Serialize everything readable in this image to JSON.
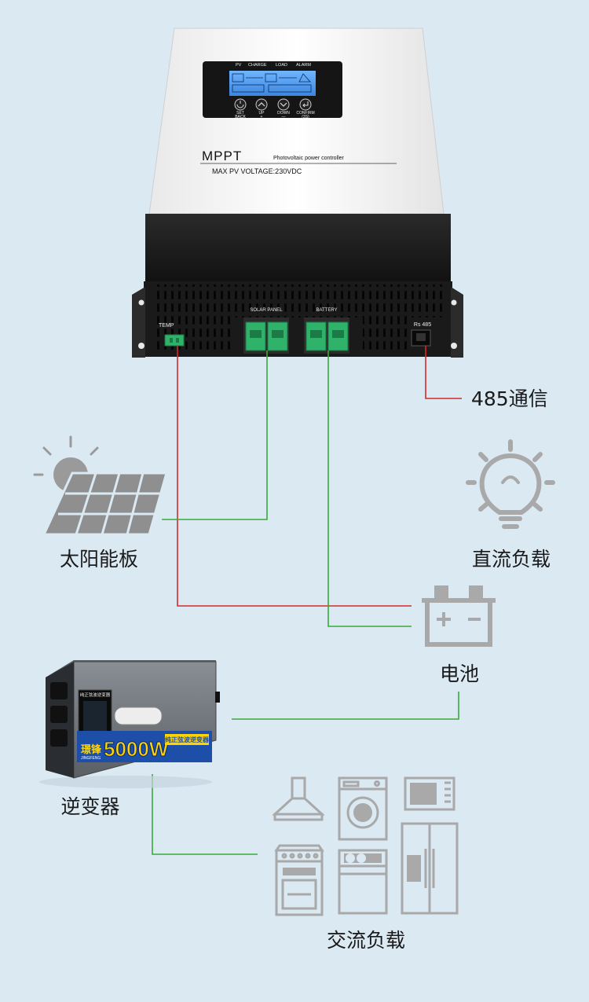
{
  "controller": {
    "brand_line": "MPPT",
    "subtitle": "Photovoltaic power controller",
    "spec_line": "MAX   PV   VOLTAGE:230VDC",
    "lcd_top_labels": [
      "PV",
      "CHARGE",
      "LOAD",
      "ALARM"
    ],
    "buttons": [
      {
        "label": "SET",
        "sub": "BACK"
      },
      {
        "label": "UP",
        "sub": "+"
      },
      {
        "label": "DOWN",
        "sub": "—"
      },
      {
        "label": "CONFIRM",
        "sub": "(3S)"
      }
    ],
    "port_labels": {
      "temp": "TEMP",
      "solar": "SOLAR PANEL",
      "battery": "BATTERY",
      "rs485": "Rs 485"
    }
  },
  "labels": {
    "comm": "485通信",
    "solar_panel": "太阳能板",
    "dc_load": "直流负载",
    "battery": "电池",
    "inverter": "逆变器",
    "ac_load": "交流负载"
  },
  "inverter": {
    "brand": "璟锋",
    "brand_pinyin": "JINGFENG",
    "power": "5000W",
    "tag": "纯正弦波逆变器",
    "panel_title": "纯正弦波逆变器"
  },
  "colors": {
    "background": "#dbe9f3",
    "red_wire": "#d42a2a",
    "green_wire": "#3aa93a",
    "terminal_green": "#2fb26a",
    "icon_gray": "#a9a9a9"
  }
}
